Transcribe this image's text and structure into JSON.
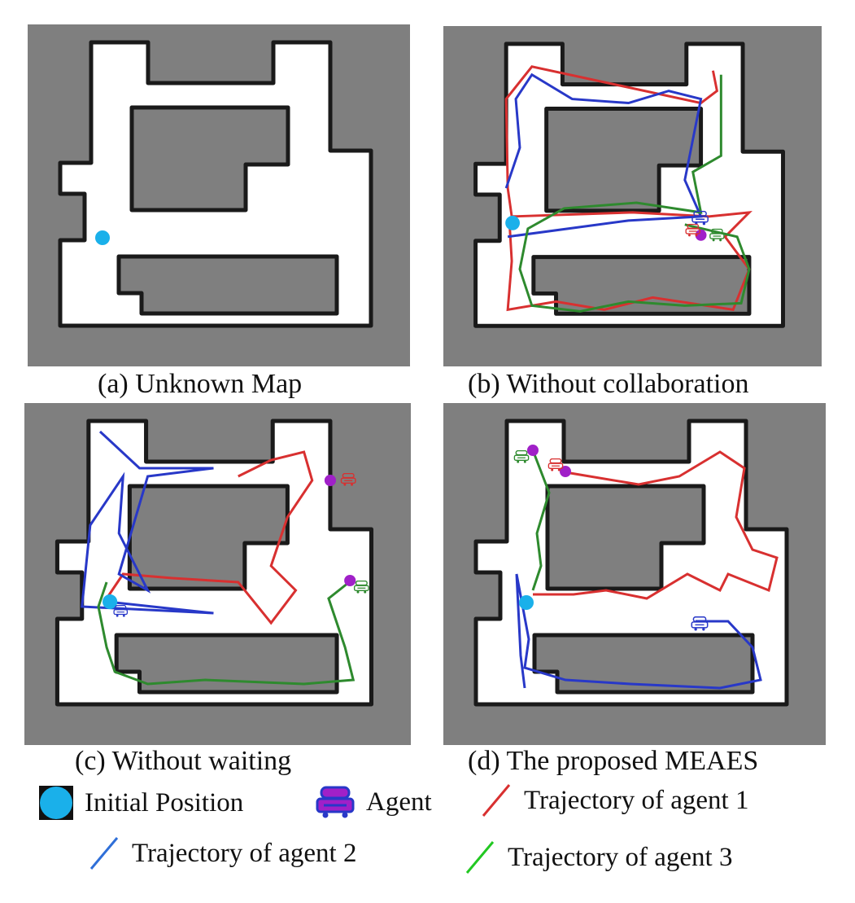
{
  "panels": [
    {
      "id": "a",
      "caption": "(a)  Unknown Map"
    },
    {
      "id": "b",
      "caption": "(b)  Without collaboration"
    },
    {
      "id": "c",
      "caption": "(c) Without waiting"
    },
    {
      "id": "d",
      "caption": "(d) The proposed MEAES"
    }
  ],
  "legend": {
    "initial_position": "Initial Position",
    "agent": "Agent",
    "trajectory_1": "Trajectory of agent 1",
    "trajectory_2": "Trajectory of agent 2",
    "trajectory_3": "Trajectory of agent 3"
  },
  "colors": {
    "map_background": "#7f7f7f",
    "free_space": "#ffffff",
    "wall_edge": "#1a1a1a",
    "initial_position": "#1ab0ea",
    "agent_marker": "#a020c8",
    "trajectory_1": "#d83030",
    "trajectory_2": "#2838c8",
    "trajectory_3": "#2e8a2e"
  }
}
